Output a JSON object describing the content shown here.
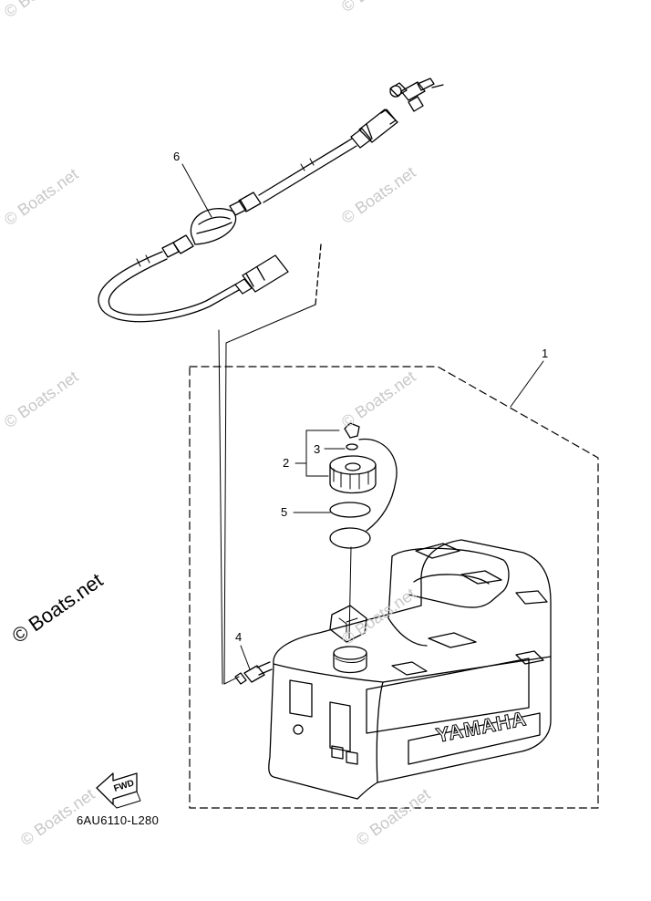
{
  "diagram": {
    "callouts": [
      "1",
      "2",
      "3",
      "4",
      "5",
      "6"
    ],
    "figure_code": "6AU6110-L280",
    "fwd_label": "FWD",
    "brand_label": "YAMAHA",
    "watermark_text": "© Boats.net",
    "watermark_main": "© Boats.net"
  }
}
